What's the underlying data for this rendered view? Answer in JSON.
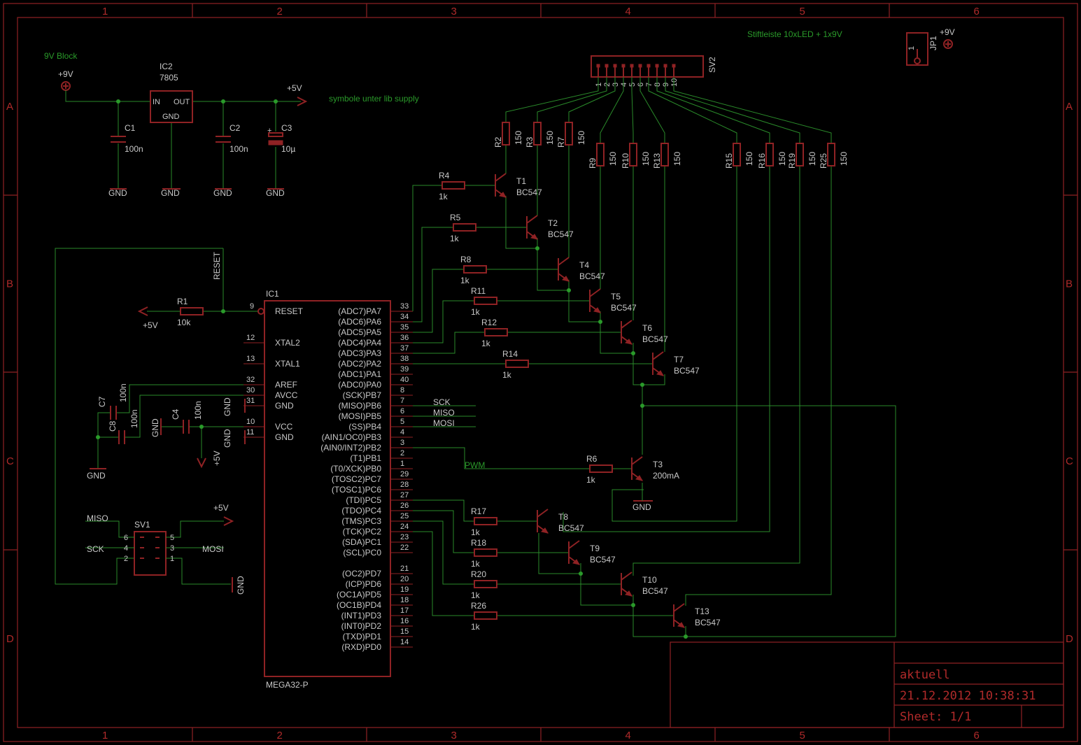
{
  "frame": {
    "cols": [
      "1",
      "2",
      "3",
      "4",
      "5",
      "6"
    ],
    "rows": [
      "A",
      "B",
      "C",
      "D"
    ]
  },
  "notes": {
    "block": "9V Block",
    "lib": "symbole unter lib supply",
    "header": "Stiftleiste 10xLED + 1x9V",
    "pwm": "PWM"
  },
  "power": {
    "v9": "+9V",
    "v5": "+5V",
    "gnd": "GND"
  },
  "regulator": {
    "name": "IC2",
    "value": "7805",
    "pin_in": "IN",
    "pin_out": "OUT",
    "pin_gnd": "GND"
  },
  "caps": {
    "c1": {
      "name": "C1",
      "value": "100n"
    },
    "c2": {
      "name": "C2",
      "value": "100n"
    },
    "c3": {
      "name": "C3",
      "value": "10µ"
    },
    "c4": {
      "name": "C4",
      "value": "100n"
    },
    "c7": {
      "name": "C7",
      "value": "100n"
    },
    "c8": {
      "name": "C8",
      "value": "100n"
    }
  },
  "sv2": {
    "name": "SV2",
    "pins": [
      "1",
      "2",
      "3",
      "4",
      "5",
      "6",
      "7",
      "8",
      "9",
      "10"
    ]
  },
  "jp1": {
    "name": "JP1",
    "pin": "1"
  },
  "reset_net": "RESET",
  "r1": {
    "name": "R1",
    "value": "10k"
  },
  "mcu": {
    "name": "IC1",
    "model": "MEGA32-P",
    "left": [
      {
        "pin": "9",
        "label": "RESET"
      },
      {
        "pin": "12",
        "label": "XTAL2"
      },
      {
        "pin": "13",
        "label": "XTAL1"
      },
      {
        "pin": "32",
        "label": "AREF"
      },
      {
        "pin": "30",
        "label": "AVCC"
      },
      {
        "pin": "31",
        "label": "GND"
      },
      {
        "pin": "10",
        "label": "VCC"
      },
      {
        "pin": "11",
        "label": "GND"
      }
    ],
    "right": [
      {
        "pin": "33",
        "label": "(ADC7)PA7"
      },
      {
        "pin": "34",
        "label": "(ADC6)PA6"
      },
      {
        "pin": "35",
        "label": "(ADC5)PA5"
      },
      {
        "pin": "36",
        "label": "(ADC4)PA4"
      },
      {
        "pin": "37",
        "label": "(ADC3)PA3"
      },
      {
        "pin": "38",
        "label": "(ADC2)PA2"
      },
      {
        "pin": "39",
        "label": "(ADC1)PA1"
      },
      {
        "pin": "40",
        "label": "(ADC0)PA0"
      },
      {
        "pin": "8",
        "label": "(SCK)PB7"
      },
      {
        "pin": "7",
        "label": "(MISO)PB6"
      },
      {
        "pin": "6",
        "label": "(MOSI)PB5"
      },
      {
        "pin": "5",
        "label": "(SS)PB4"
      },
      {
        "pin": "4",
        "label": "(AIN1/OC0)PB3"
      },
      {
        "pin": "3",
        "label": "(AIN0/INT2)PB2"
      },
      {
        "pin": "2",
        "label": "(T1)PB1"
      },
      {
        "pin": "1",
        "label": "(T0/XCK)PB0"
      },
      {
        "pin": "29",
        "label": "(TOSC2)PC7"
      },
      {
        "pin": "28",
        "label": "(TOSC1)PC6"
      },
      {
        "pin": "27",
        "label": "(TDI)PC5"
      },
      {
        "pin": "26",
        "label": "(TDO)PC4"
      },
      {
        "pin": "25",
        "label": "(TMS)PC3"
      },
      {
        "pin": "24",
        "label": "(TCK)PC2"
      },
      {
        "pin": "23",
        "label": "(SDA)PC1"
      },
      {
        "pin": "22",
        "label": "(SCL)PC0"
      },
      {
        "pin": "21",
        "label": "(OC2)PD7"
      },
      {
        "pin": "20",
        "label": "(ICP)PD6"
      },
      {
        "pin": "19",
        "label": "(OC1A)PD5"
      },
      {
        "pin": "18",
        "label": "(OC1B)PD4"
      },
      {
        "pin": "17",
        "label": "(INT1)PD3"
      },
      {
        "pin": "16",
        "label": "(INT0)PD2"
      },
      {
        "pin": "15",
        "label": "(TXD)PD1"
      },
      {
        "pin": "14",
        "label": "(RXD)PD0"
      }
    ]
  },
  "spi_nets": {
    "sck": "SCK",
    "miso": "MISO",
    "mosi": "MOSI"
  },
  "sv1": {
    "name": "SV1",
    "pins": {
      "p1": "1",
      "p2": "2",
      "p3": "3",
      "p4": "4",
      "p5": "5",
      "p6": "6"
    },
    "miso": "MISO",
    "sck": "SCK",
    "mosi": "MOSI"
  },
  "led_resistors": [
    {
      "name": "R2",
      "value": "150"
    },
    {
      "name": "R3",
      "value": "150"
    },
    {
      "name": "R7",
      "value": "150"
    },
    {
      "name": "R9",
      "value": "150"
    },
    {
      "name": "R10",
      "value": "150"
    },
    {
      "name": "R13",
      "value": "150"
    },
    {
      "name": "R15",
      "value": "150"
    },
    {
      "name": "R16",
      "value": "150"
    },
    {
      "name": "R19",
      "value": "150"
    },
    {
      "name": "R25",
      "value": "150"
    }
  ],
  "base_resistors": [
    {
      "name": "R4",
      "value": "1k"
    },
    {
      "name": "R5",
      "value": "1k"
    },
    {
      "name": "R8",
      "value": "1k"
    },
    {
      "name": "R11",
      "value": "1k"
    },
    {
      "name": "R12",
      "value": "1k"
    },
    {
      "name": "R14",
      "value": "1k"
    },
    {
      "name": "R6",
      "value": "1k"
    },
    {
      "name": "R17",
      "value": "1k"
    },
    {
      "name": "R18",
      "value": "1k"
    },
    {
      "name": "R20",
      "value": "1k"
    },
    {
      "name": "R26",
      "value": "1k"
    }
  ],
  "transistors": [
    {
      "name": "T1",
      "value": "BC547"
    },
    {
      "name": "T2",
      "value": "BC547"
    },
    {
      "name": "T4",
      "value": "BC547"
    },
    {
      "name": "T5",
      "value": "BC547"
    },
    {
      "name": "T6",
      "value": "BC547"
    },
    {
      "name": "T7",
      "value": "BC547"
    },
    {
      "name": "T3",
      "value": "200mA"
    },
    {
      "name": "T8",
      "value": "BC547"
    },
    {
      "name": "T9",
      "value": "BC547"
    },
    {
      "name": "T10",
      "value": "BC547"
    },
    {
      "name": "T13",
      "value": "BC547"
    }
  ],
  "title_block": {
    "name": "aktuell",
    "date": "21.12.2012 10:38:31",
    "sheet": "Sheet: 1/1"
  }
}
